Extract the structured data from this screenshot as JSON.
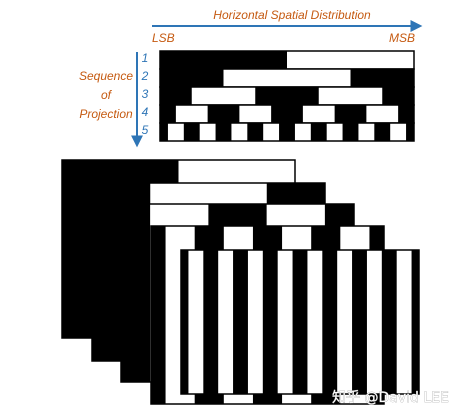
{
  "header": {
    "axis_title": "Horizontal Spatial Distribution",
    "lsb_label": "LSB",
    "msb_label": "MSB"
  },
  "side": {
    "line1": "Sequence",
    "line2": "of",
    "line3": "Projection"
  },
  "sequence": [
    "1",
    "2",
    "3",
    "4",
    "5"
  ],
  "watermark": "知乎 @David LEE",
  "colors": {
    "orange": "#c55a11",
    "blue": "#2e75b6",
    "pattern_dark": "#000000",
    "pattern_light": "#ffffff"
  }
}
